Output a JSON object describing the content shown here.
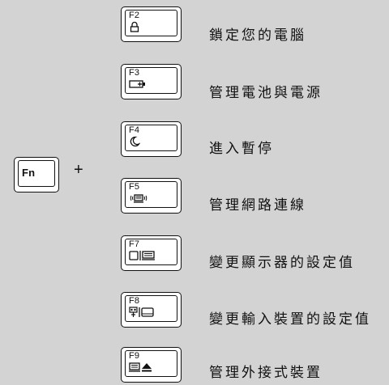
{
  "modifier": {
    "key_label": "Fn",
    "plus": "+"
  },
  "rows": [
    {
      "key": "F2",
      "icon": "lock-icon",
      "description": "鎖定您的電腦"
    },
    {
      "key": "F3",
      "icon": "battery-icon",
      "description": "管理電池與電源"
    },
    {
      "key": "F4",
      "icon": "moon-icon",
      "description": "進入暫停"
    },
    {
      "key": "F5",
      "icon": "wireless-network-icon",
      "description": "管理網路連線"
    },
    {
      "key": "F7",
      "icon": "display-switch-icon",
      "description": "變更顯示器的設定值"
    },
    {
      "key": "F8",
      "icon": "input-devices-icon",
      "description": "變更輸入裝置的設定值"
    },
    {
      "key": "F9",
      "icon": "eject-icon",
      "description": "管理外接式裝置"
    }
  ]
}
